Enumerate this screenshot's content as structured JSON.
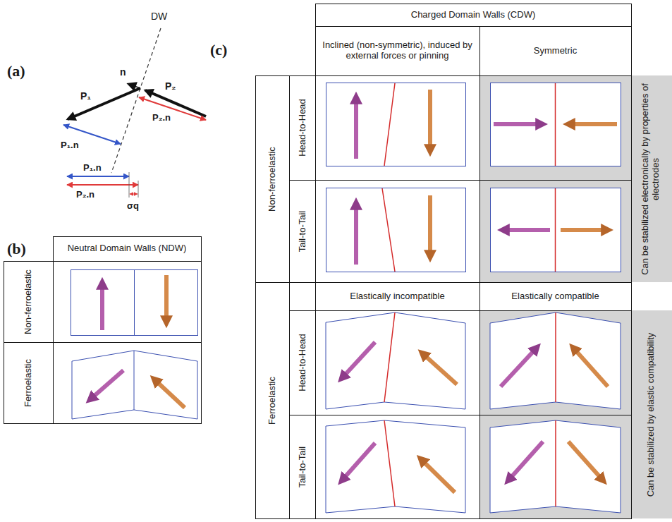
{
  "diagram": {
    "labels": [
      "(a)",
      "DW",
      "n",
      "P₁",
      "P₂",
      "P₁.n",
      "P₂.n",
      "P₁.n",
      "P₂.n",
      "σq",
      "(b)",
      "Neutral Domain Walls (NDW)",
      "Non-ferroelastic",
      "Ferroelastic",
      "(c)",
      "Charged Domain Walls (CDW)",
      "Inclined (non-symmetric), induced by external forces or pinning",
      "Symmetric",
      "Non-ferroelastic",
      "Head-to-Head",
      "Tail-to-Tail",
      "Can be stabilized electronically by properties of electrodes",
      "Ferroelastic",
      "Elastically incompatible",
      "Elastically compatible",
      "Head-to-Head",
      "Tail-to-Tail",
      "Can be stabilized by elastic compatibility"
    ]
  }
}
